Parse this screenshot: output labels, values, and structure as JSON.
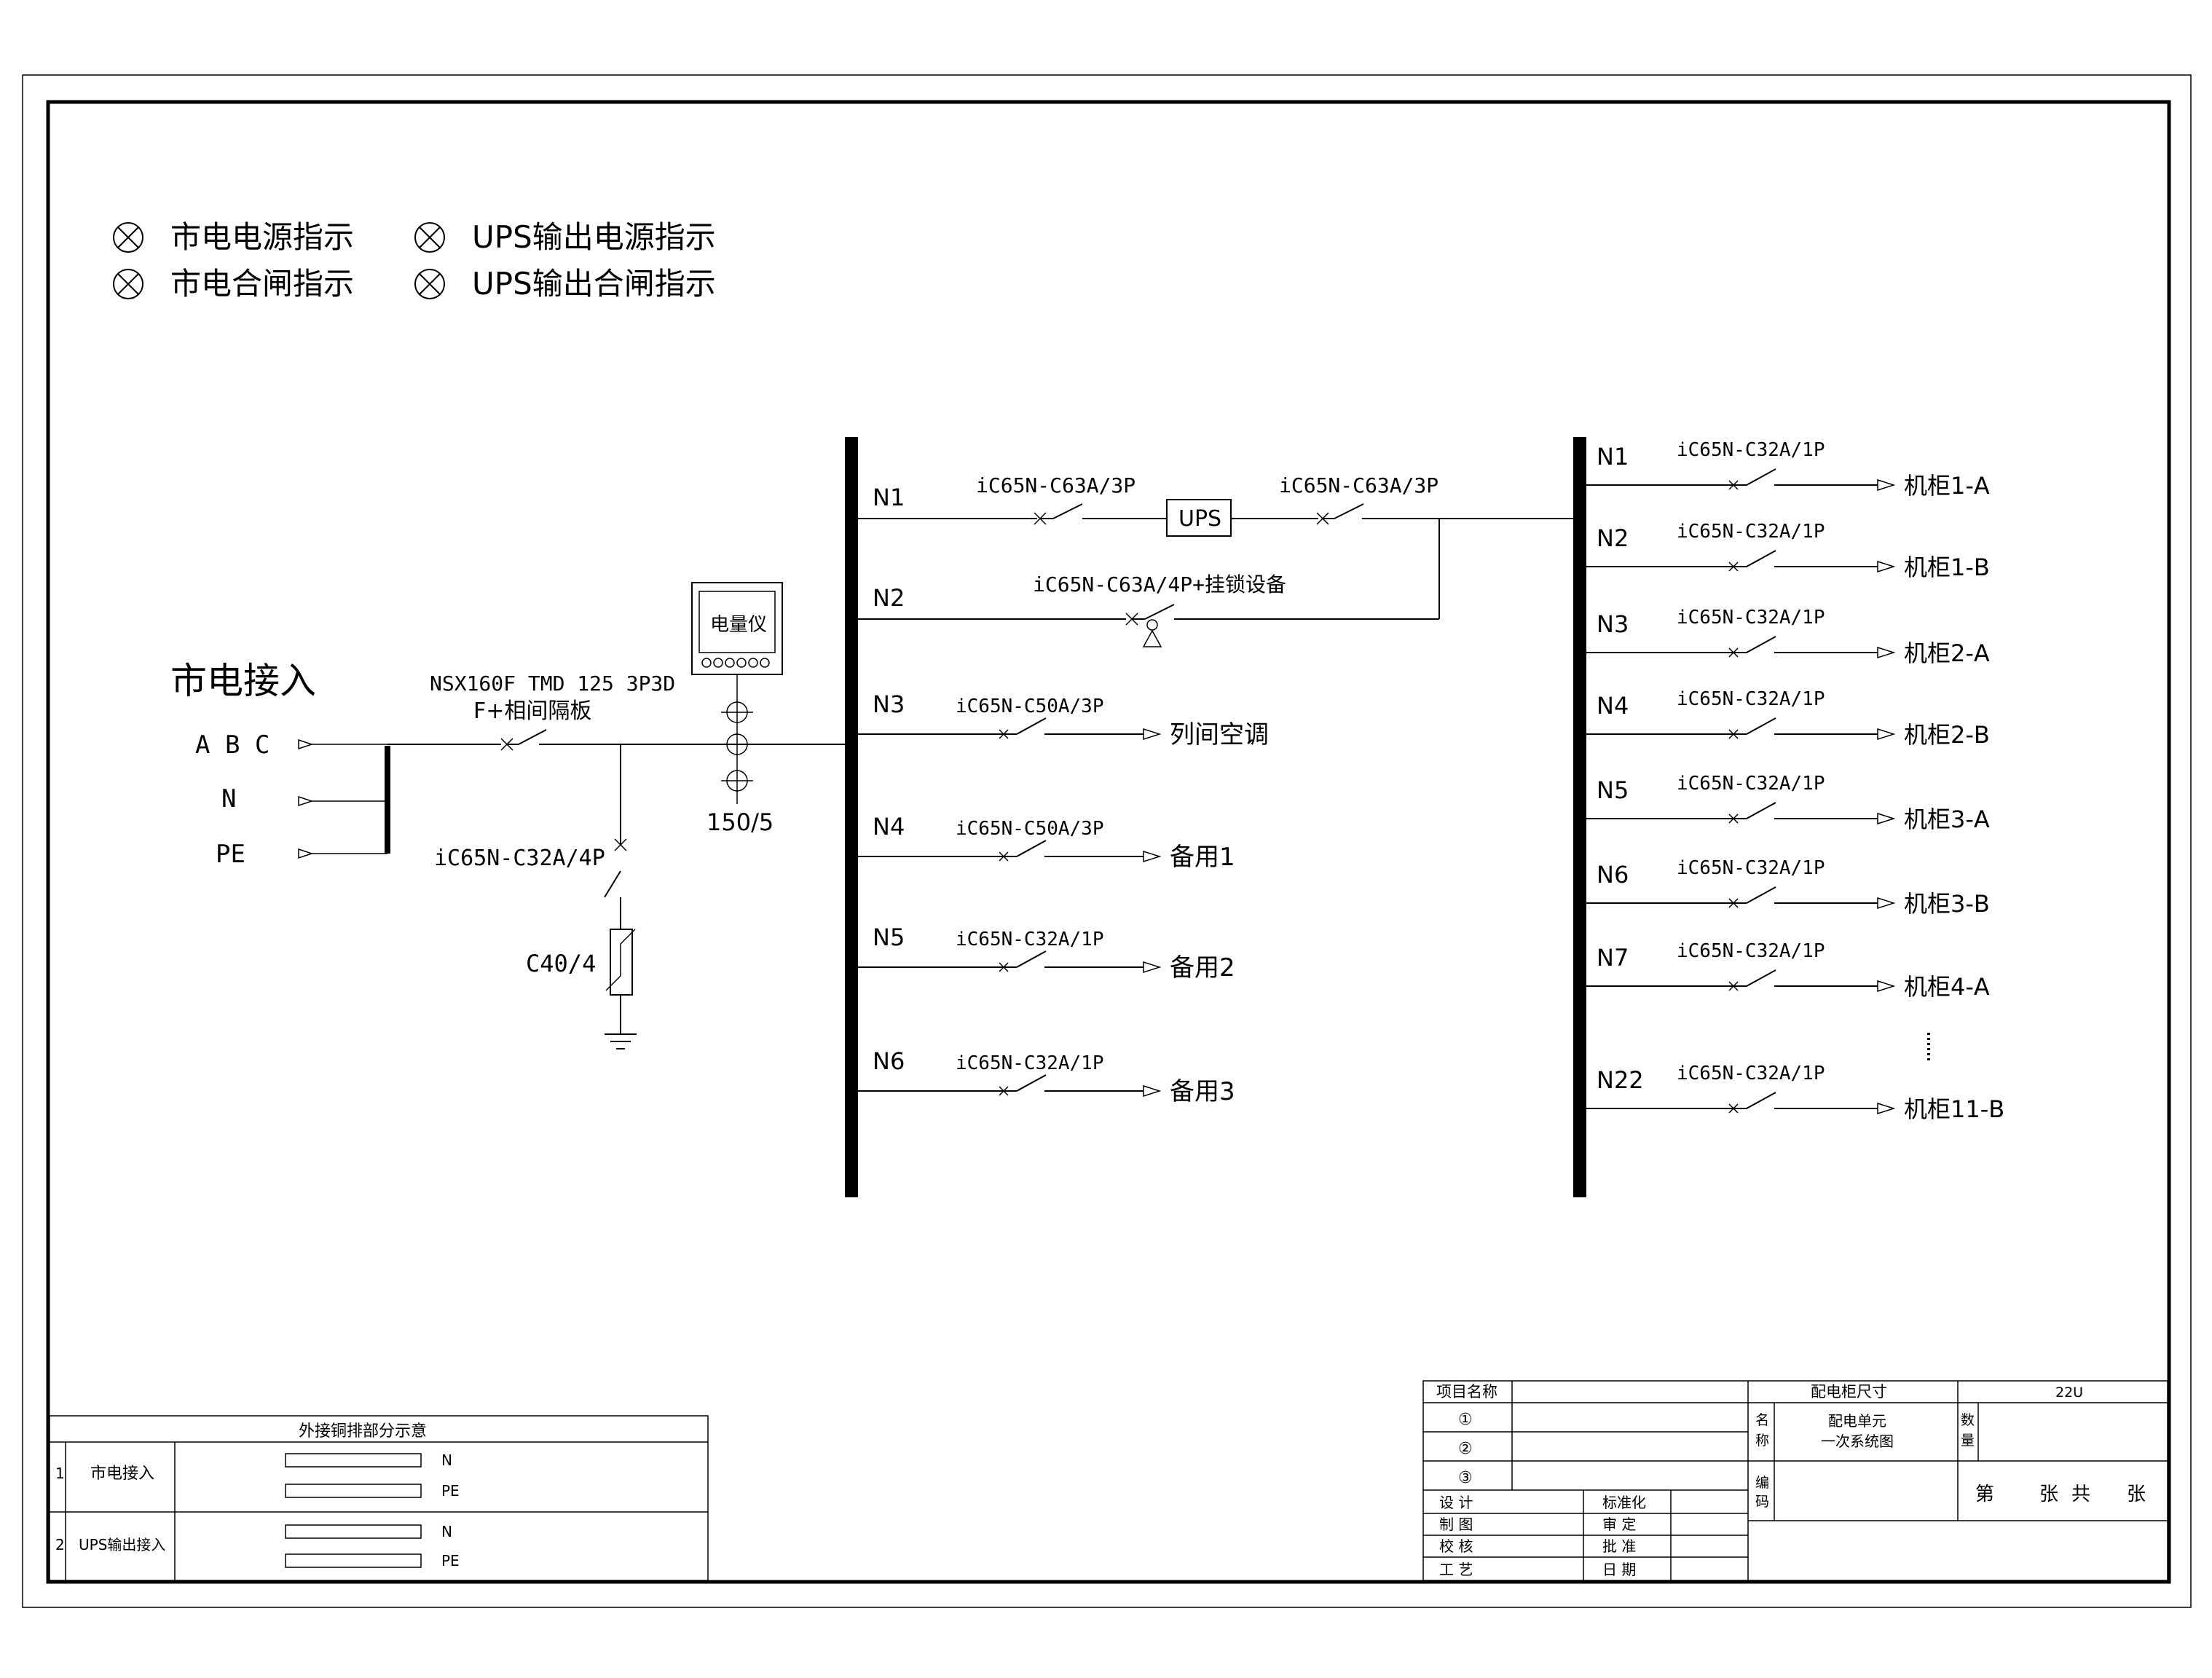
{
  "legend": [
    {
      "label": "市电电源指示"
    },
    {
      "label": "UPS输出电源指示"
    },
    {
      "label": "市电合闸指示"
    },
    {
      "label": "UPS输出合闸指示"
    }
  ],
  "incoming": {
    "title": "市电接入",
    "phases": [
      "A B C",
      "N",
      "PE"
    ],
    "main_breaker_line1": "NSX160F TMD 125 3P3D",
    "main_breaker_line2": "F+相间隔板",
    "meter_label": "电量仪",
    "ct_label": "150/5",
    "spd_breaker": "iC65N-C32A/4P",
    "spd_label": "C40/4"
  },
  "bus1": {
    "feeders": [
      {
        "id": "N1",
        "breaker": "iC65N-C63A/3P"
      },
      {
        "id": "N2",
        "breaker": "iC65N-C63A/4P+挂锁设备"
      },
      {
        "id": "N3",
        "breaker": "iC65N-C50A/3P",
        "load": "列间空调"
      },
      {
        "id": "N4",
        "breaker": "iC65N-C50A/3P",
        "load": "备用1"
      },
      {
        "id": "N5",
        "breaker": "iC65N-C32A/1P",
        "load": "备用2"
      },
      {
        "id": "N6",
        "breaker": "iC65N-C32A/1P",
        "load": "备用3"
      }
    ],
    "ups_label": "UPS",
    "ups_out_breaker": "iC65N-C63A/3P"
  },
  "bus2": {
    "feeders": [
      {
        "id": "N1",
        "breaker": "iC65N-C32A/1P",
        "load": "机柜1-A"
      },
      {
        "id": "N2",
        "breaker": "iC65N-C32A/1P",
        "load": "机柜1-B"
      },
      {
        "id": "N3",
        "breaker": "iC65N-C32A/1P",
        "load": "机柜2-A"
      },
      {
        "id": "N4",
        "breaker": "iC65N-C32A/1P",
        "load": "机柜2-B"
      },
      {
        "id": "N5",
        "breaker": "iC65N-C32A/1P",
        "load": "机柜3-A"
      },
      {
        "id": "N6",
        "breaker": "iC65N-C32A/1P",
        "load": "机柜3-B"
      },
      {
        "id": "N7",
        "breaker": "iC65N-C32A/1P",
        "load": "机柜4-A"
      },
      {
        "id": "N22",
        "breaker": "iC65N-C32A/1P",
        "load": "机柜11-B"
      }
    ]
  },
  "copper_table": {
    "title": "外接铜排部分示意",
    "rows": [
      {
        "no": "1",
        "name": "市电接入",
        "bars": [
          "N",
          "PE"
        ]
      },
      {
        "no": "2",
        "name": "UPS输出接入",
        "bars": [
          "N",
          "PE"
        ]
      }
    ]
  },
  "title_block": {
    "project_name": "项目名称",
    "circ1": "①",
    "circ2": "②",
    "circ3": "③",
    "cabinet_size": "配电柜尺寸",
    "size_value": "22U",
    "name_label_1": "名",
    "name_label_2": "称",
    "name_value_1": "配电单元",
    "name_value_2": "一次系统图",
    "qty_label_1": "数",
    "qty_label_2": "量",
    "code_label_1": "编",
    "code_label_2": "码",
    "sheet_1": "第",
    "sheet_2": "张",
    "sheet_3": "共",
    "sheet_4": "张",
    "design": "设  计",
    "drawing": "制  图",
    "check": "校  核",
    "craft": "工  艺",
    "standard": "标准化",
    "review": "审  定",
    "approve": "批  准",
    "date": "日  期"
  }
}
